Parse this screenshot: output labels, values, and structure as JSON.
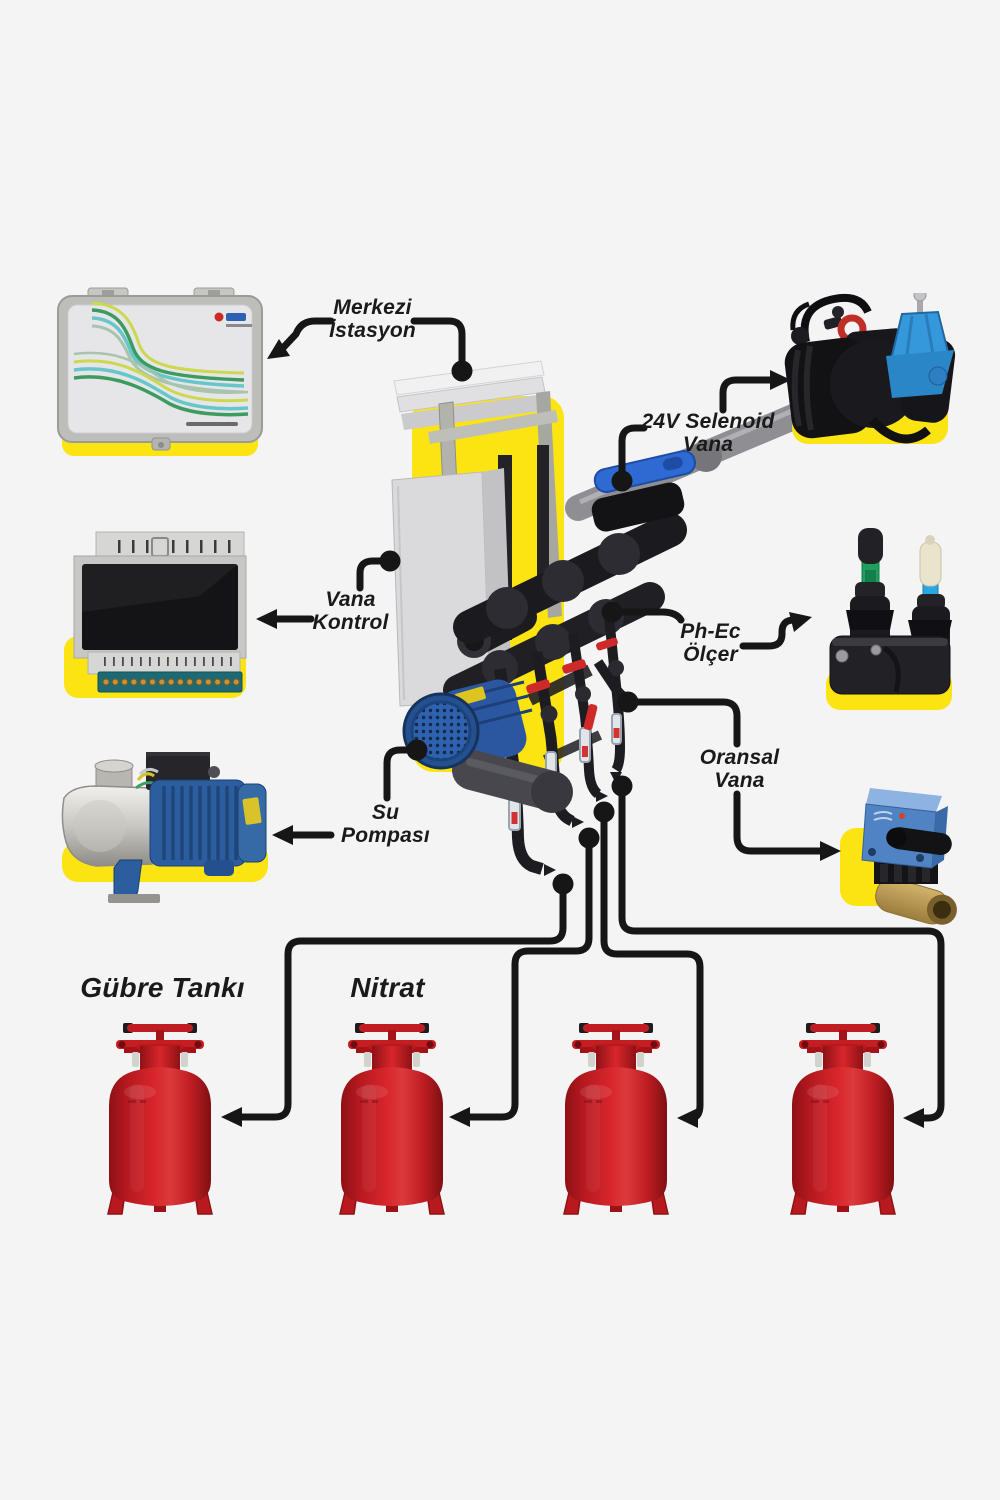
{
  "labels": {
    "merkezi_istasyon": {
      "lines": [
        "Merkezi",
        "İstasyon"
      ]
    },
    "selenoid_vana": {
      "lines": [
        "24V Selenoid",
        "Vana"
      ]
    },
    "vana_kontrol": {
      "lines": [
        "Vana",
        "Kontrol"
      ]
    },
    "ph_ec_olcer": {
      "lines": [
        "Ph-Ec",
        "Ölçer"
      ]
    },
    "su_pompasi": {
      "lines": [
        "Su",
        "Pompası"
      ]
    },
    "oransal_vana": {
      "lines": [
        "Oransal",
        "Vana"
      ]
    },
    "tank_1": "Gübre Tankı",
    "tank_2": "Nitrat"
  },
  "diagram": {
    "type": "labeled-equipment-diagram",
    "center_unit": "fertigation dosing manifold unit",
    "callouts": [
      {
        "label": "Merkezi İstasyon",
        "image": "central-station-box",
        "anchor": "top panel of dosing unit"
      },
      {
        "label": "24V Selenoid Vana",
        "image": "solenoid-valve",
        "anchor": "blue handle valve on dosing unit"
      },
      {
        "label": "Vana Kontrol",
        "image": "valve-control-module",
        "anchor": "cabinet of dosing unit"
      },
      {
        "label": "Ph-Ec Ölçer",
        "image": "ph-ec-probes",
        "anchor": "manifold pipe of dosing unit"
      },
      {
        "label": "Su Pompası",
        "image": "water-pump",
        "anchor": "blue motor of dosing unit"
      },
      {
        "label": "Oransal Vana",
        "image": "proportional-valve-actuator",
        "anchor": "dosing outlet valve"
      }
    ],
    "tank_connections": [
      {
        "from": "dosing-unit-outlet-1",
        "to": "tank-1"
      },
      {
        "from": "dosing-unit-outlet-2",
        "to": "tank-2"
      },
      {
        "from": "dosing-unit-outlet-3",
        "to": "tank-3"
      },
      {
        "from": "dosing-unit-outlet-4",
        "to": "tank-4"
      }
    ],
    "tanks": [
      {
        "label": "Gübre Tankı"
      },
      {
        "label": "Nitrat"
      },
      {
        "label": ""
      },
      {
        "label": ""
      }
    ]
  },
  "colors": {
    "background": "#f4f4f5",
    "highlight_yellow": "#fbe412",
    "connector": "#161616",
    "tank_red": "#cf2127",
    "pump_blue": "#2c5d9e",
    "actuator_blue": "#4f83c4",
    "pilot_blue": "#3598da",
    "probe_green": "#1e9e5f",
    "probe_blue": "#28a7e0",
    "cabinet_gray": "#dadadc",
    "pipe_black": "#1b1b1f"
  }
}
